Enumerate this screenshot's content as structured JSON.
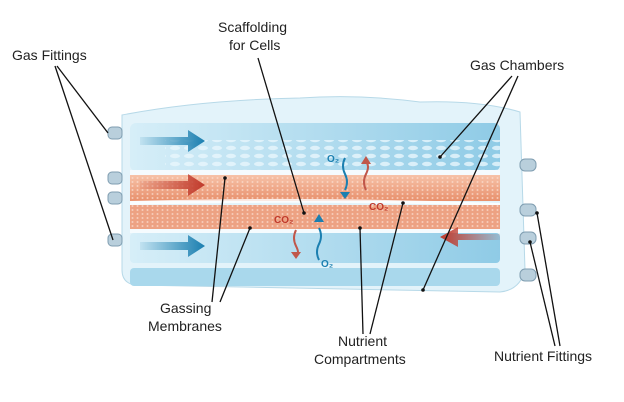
{
  "labels": {
    "gas_fittings": "Gas Fittings",
    "scaffolding_line1": "Scaffolding",
    "scaffolding_line2": "for Cells",
    "gas_chambers": "Gas Chambers",
    "gassing_line1": "Gassing",
    "gassing_line2": "Membranes",
    "nutrient_comp_line1": "Nutrient",
    "nutrient_comp_line2": "Compartments",
    "nutrient_fittings": "Nutrient Fittings"
  },
  "gases": {
    "o2_top": "O₂",
    "co2_top": "CO₂",
    "co2_bottom": "CO₂",
    "o2_bottom": "O₂"
  },
  "colors": {
    "gas_blue": "#1b7fb0",
    "nutrient_red": "#c0392b",
    "chamber": "#bfe3f2",
    "tissue": "#f0a98a"
  }
}
